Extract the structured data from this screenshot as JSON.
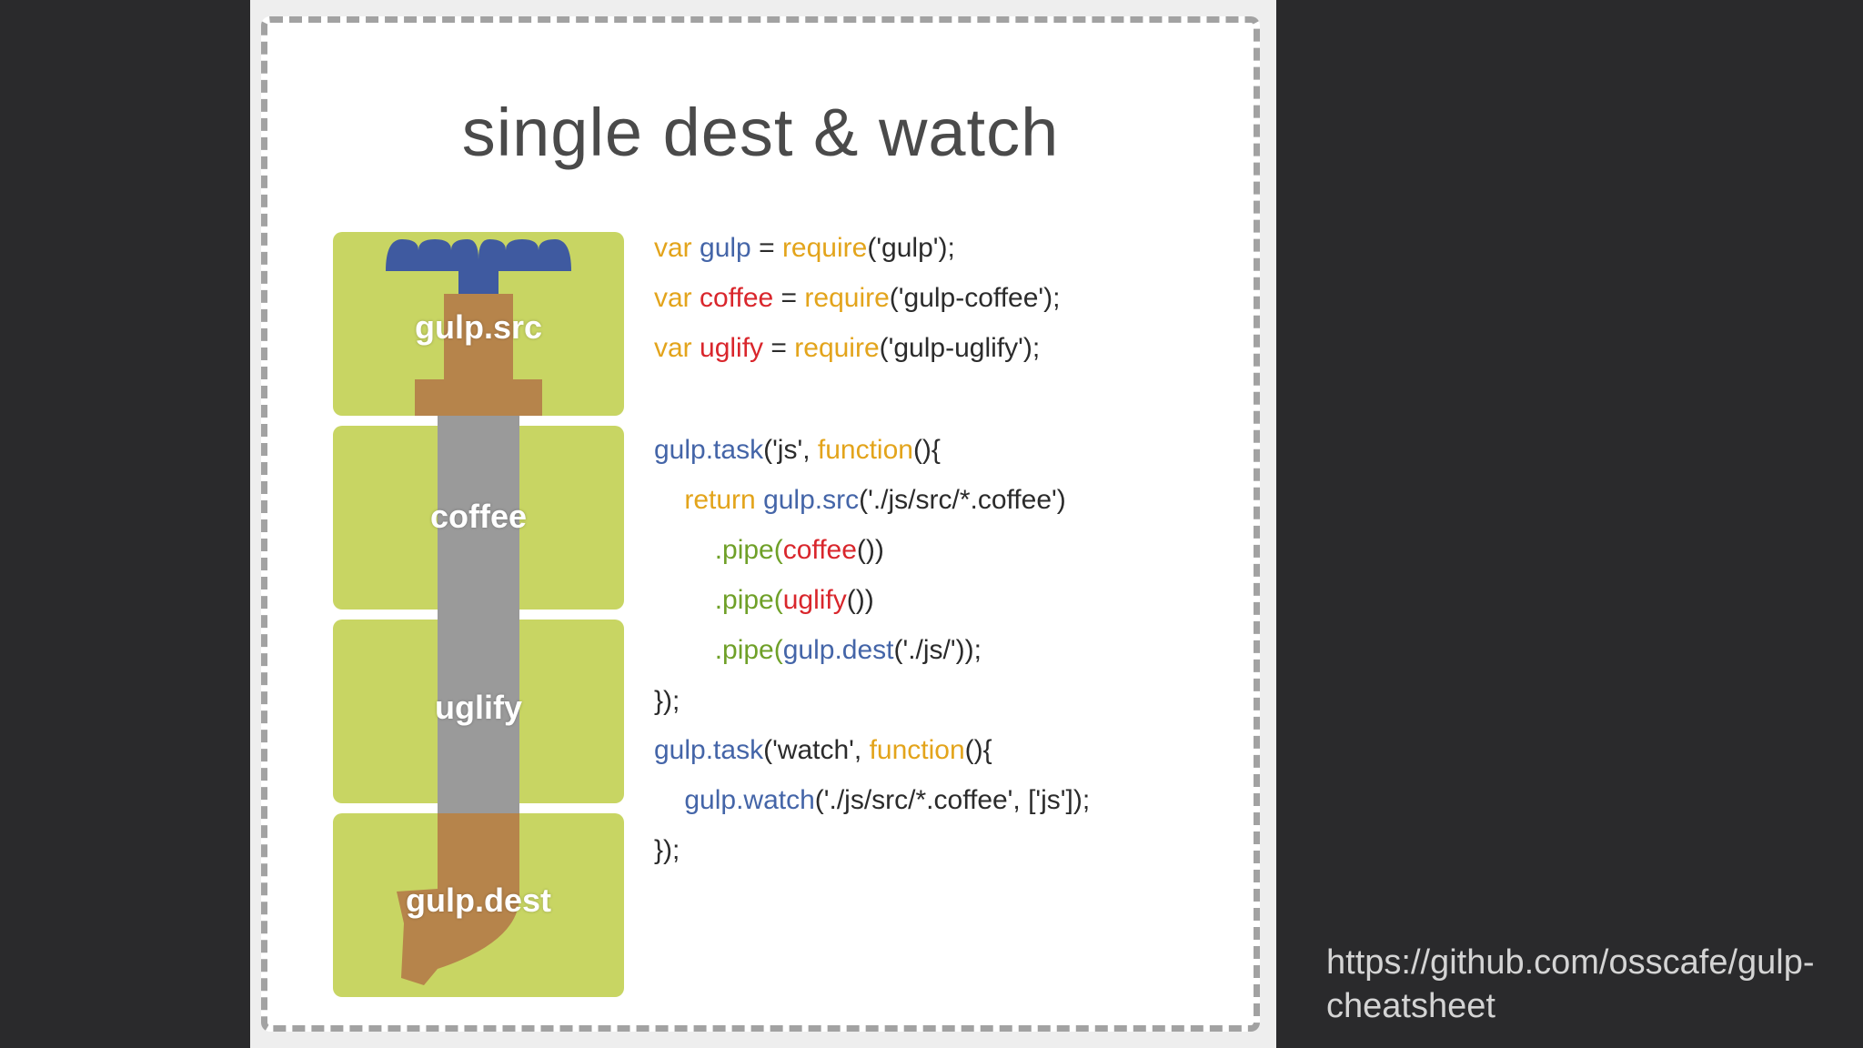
{
  "slide": {
    "title": "single dest & watch",
    "stages": [
      "gulp.src",
      "coffee",
      "uglify",
      "gulp.dest"
    ],
    "colors": {
      "stage_bg": "#c8d563",
      "tap_blue": "#3f5aa0",
      "pipe_brown": "#b6844b",
      "pipe_gray": "#9a9a9a",
      "keyword": "#e3a41b",
      "identifier_blue": "#4465a8",
      "identifier_red": "#d9262c",
      "pipe_green": "#6fa028"
    },
    "code_lines": [
      [
        {
          "t": "var ",
          "c": "k"
        },
        {
          "t": "gulp",
          "c": "b"
        },
        {
          "t": " = "
        },
        {
          "t": "require",
          "c": "k"
        },
        {
          "t": "('gulp');"
        }
      ],
      [
        {
          "t": "var ",
          "c": "k"
        },
        {
          "t": "coffee",
          "c": "r"
        },
        {
          "t": " = "
        },
        {
          "t": "require",
          "c": "k"
        },
        {
          "t": "('gulp-coffee');"
        }
      ],
      [
        {
          "t": "var ",
          "c": "k"
        },
        {
          "t": "uglify",
          "c": "r"
        },
        {
          "t": " = "
        },
        {
          "t": "require",
          "c": "k"
        },
        {
          "t": "('gulp-uglify');"
        }
      ],
      [
        {
          "t": "gulp.task",
          "c": "b"
        },
        {
          "t": "('js', "
        },
        {
          "t": "function",
          "c": "k"
        },
        {
          "t": "(){"
        }
      ],
      [
        {
          "t": "    "
        },
        {
          "t": "return ",
          "c": "k"
        },
        {
          "t": "gulp.src",
          "c": "b"
        },
        {
          "t": "('./js/src/*.coffee')"
        }
      ],
      [
        {
          "t": "        "
        },
        {
          "t": ".pipe(",
          "c": "g"
        },
        {
          "t": "coffee",
          "c": "r"
        },
        {
          "t": "())"
        }
      ],
      [
        {
          "t": "        "
        },
        {
          "t": ".pipe(",
          "c": "g"
        },
        {
          "t": "uglify",
          "c": "r"
        },
        {
          "t": "())"
        }
      ],
      [
        {
          "t": "        "
        },
        {
          "t": ".pipe(",
          "c": "g"
        },
        {
          "t": "gulp.dest",
          "c": "b"
        },
        {
          "t": "('./js/'));"
        }
      ],
      [
        {
          "t": "});"
        }
      ],
      [
        {
          "t": "gulp.task",
          "c": "b"
        },
        {
          "t": "('watch', "
        },
        {
          "t": "function",
          "c": "k"
        },
        {
          "t": "(){"
        }
      ],
      [
        {
          "t": "    "
        },
        {
          "t": "gulp.watch",
          "c": "b"
        },
        {
          "t": "('./js/src/*.coffee', ['js']);"
        }
      ],
      [
        {
          "t": "});"
        }
      ]
    ]
  },
  "caption": {
    "url_line1": "https://github.com/osscafe/gulp-",
    "url_line2": "cheatsheet"
  }
}
